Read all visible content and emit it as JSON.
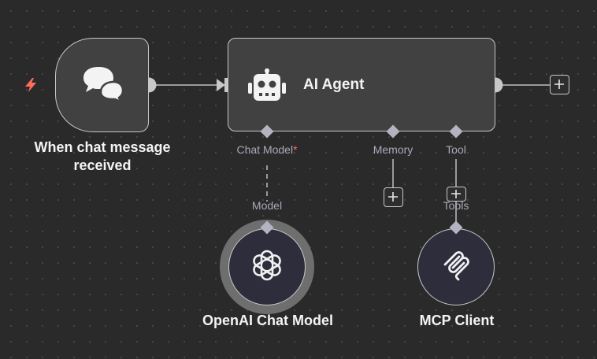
{
  "canvas": {
    "background": "#2a2a2a",
    "accent_trigger": "#ff6d5a",
    "connection_color": "#9a9a9a"
  },
  "nodes": {
    "trigger": {
      "label": "When chat message received",
      "icon": "chat-bubbles-icon",
      "indicator_icon": "lightning-bolt-icon"
    },
    "agent": {
      "title": "AI Agent",
      "icon": "robot-icon",
      "ports": {
        "chat_model": "Chat Model",
        "chat_model_required": "*",
        "memory": "Memory",
        "tool": "Tool"
      }
    },
    "openai": {
      "label": "OpenAI Chat Model",
      "icon": "openai-icon",
      "port": "Model"
    },
    "mcp": {
      "label": "MCP Client",
      "icon": "mcp-icon",
      "port": "Tools"
    }
  },
  "buttons": {
    "add_icon": "plus-icon"
  }
}
